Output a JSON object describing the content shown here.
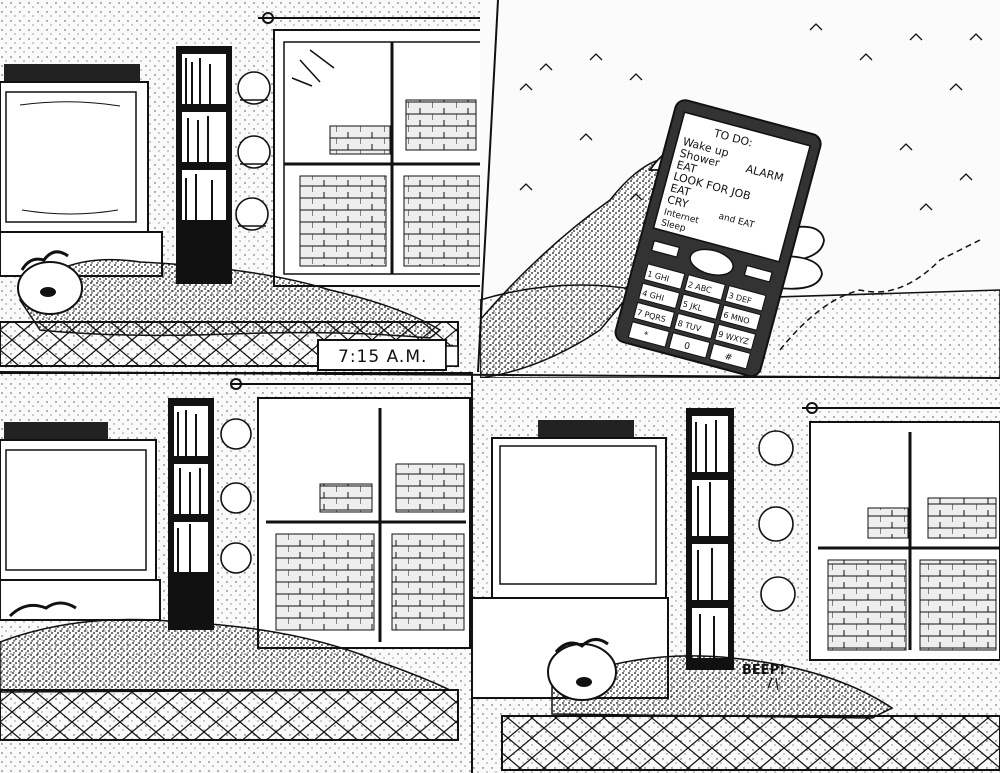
{
  "comic": {
    "panel1": {
      "clock_time": "7:15 A.M."
    },
    "panel2": {
      "phone": {
        "header": "TO DO:",
        "items": [
          "Wake up",
          "Shower",
          "EAT",
          "LOOK FOR JOB",
          "EAT",
          "CRY",
          "Internet",
          "Sleep"
        ],
        "aside": "and EAT",
        "alarm_label": "ALARM",
        "keys": [
          "1 GHI",
          "2 ABC",
          "3 DEF",
          "4 GHI",
          "5 JKL",
          "6 MNO",
          "7 PQRS",
          "8 TUV",
          "9 WXYZ",
          "*",
          "0",
          "#"
        ]
      }
    },
    "panel4": {
      "sound": "BEEP!"
    }
  }
}
